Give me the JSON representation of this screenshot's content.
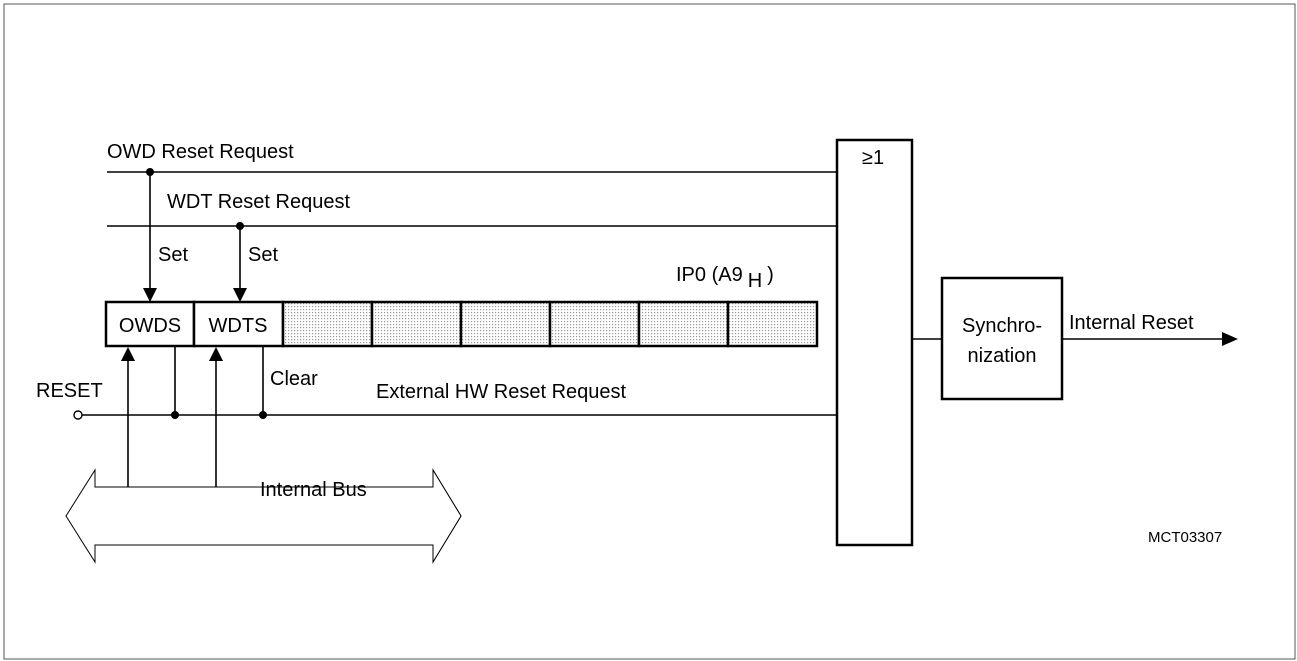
{
  "diagram": {
    "signals": {
      "owd_reset_request": "OWD Reset Request",
      "wdt_reset_request": "WDT Reset Request",
      "external_hw_reset_request": "External HW Reset Request",
      "internal_reset": "Internal Reset",
      "reset_pin": "RESET",
      "internal_bus": "Internal Bus"
    },
    "actions": {
      "set_owds": "Set",
      "set_wdts": "Set",
      "clear": "Clear"
    },
    "register": {
      "name": "IP0 (A9",
      "subscript": "H",
      "close": ")",
      "bits": [
        "OWDS",
        "WDTS",
        "",
        "",
        "",
        "",
        "",
        ""
      ]
    },
    "or_gate": {
      "label": "≥1"
    },
    "sync_block": {
      "line1": "Synchro-",
      "line2": "nization"
    },
    "figure_id": "MCT03307",
    "colors": {
      "line": "#000000",
      "reserved_fill": "#d9d9d9",
      "border": "#555555"
    }
  }
}
